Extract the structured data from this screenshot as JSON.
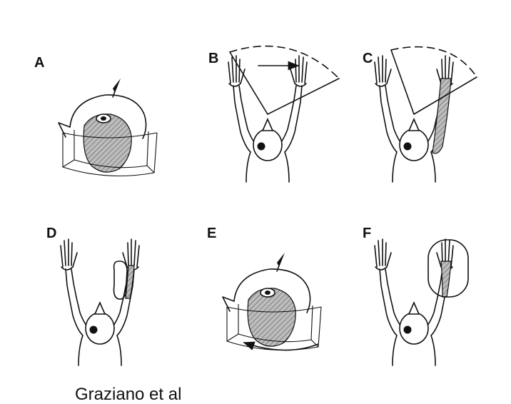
{
  "panels": [
    {
      "label": "A"
    },
    {
      "label": "B"
    },
    {
      "label": "C"
    },
    {
      "label": "D"
    },
    {
      "label": "E"
    },
    {
      "label": "F"
    }
  ],
  "caption": "Graziano et al"
}
